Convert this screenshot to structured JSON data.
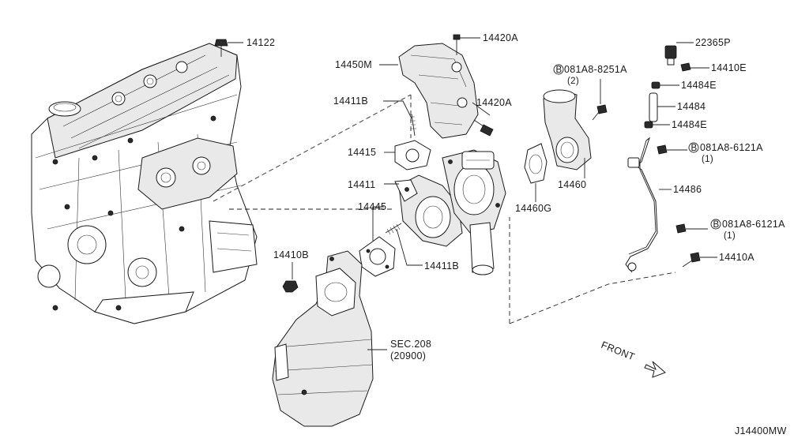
{
  "labels": {
    "p14122": "14122",
    "p14450M": "14450M",
    "p14420A_top": "14420A",
    "p14411B_top": "14411B",
    "p14420A_mid": "14420A",
    "p14415": "14415",
    "p14411": "14411",
    "p14445": "14445",
    "p14411B_bot": "14411B",
    "p14410B": "14410B",
    "sec208": "SEC.208",
    "sec208_sub": "(20900)",
    "p22365P": "22365P",
    "p14410E": "14410E",
    "p14484E_top": "14484E",
    "p14484": "14484",
    "p14484E_bot": "14484E",
    "bolt_8251A": "081A8-8251A",
    "bolt_8251A_qty": "(2)",
    "bolt_6121A_1": "081A8-6121A",
    "bolt_6121A_1_qty": "(1)",
    "bolt_6121A_2": "081A8-6121A",
    "bolt_6121A_2_qty": "(1)",
    "bolt_prefix": "B",
    "p14486": "14486",
    "p14460": "14460",
    "p14460G": "14460G",
    "p14410A": "14410A",
    "front": "FRONT",
    "diagram_code": "J14400MW"
  }
}
